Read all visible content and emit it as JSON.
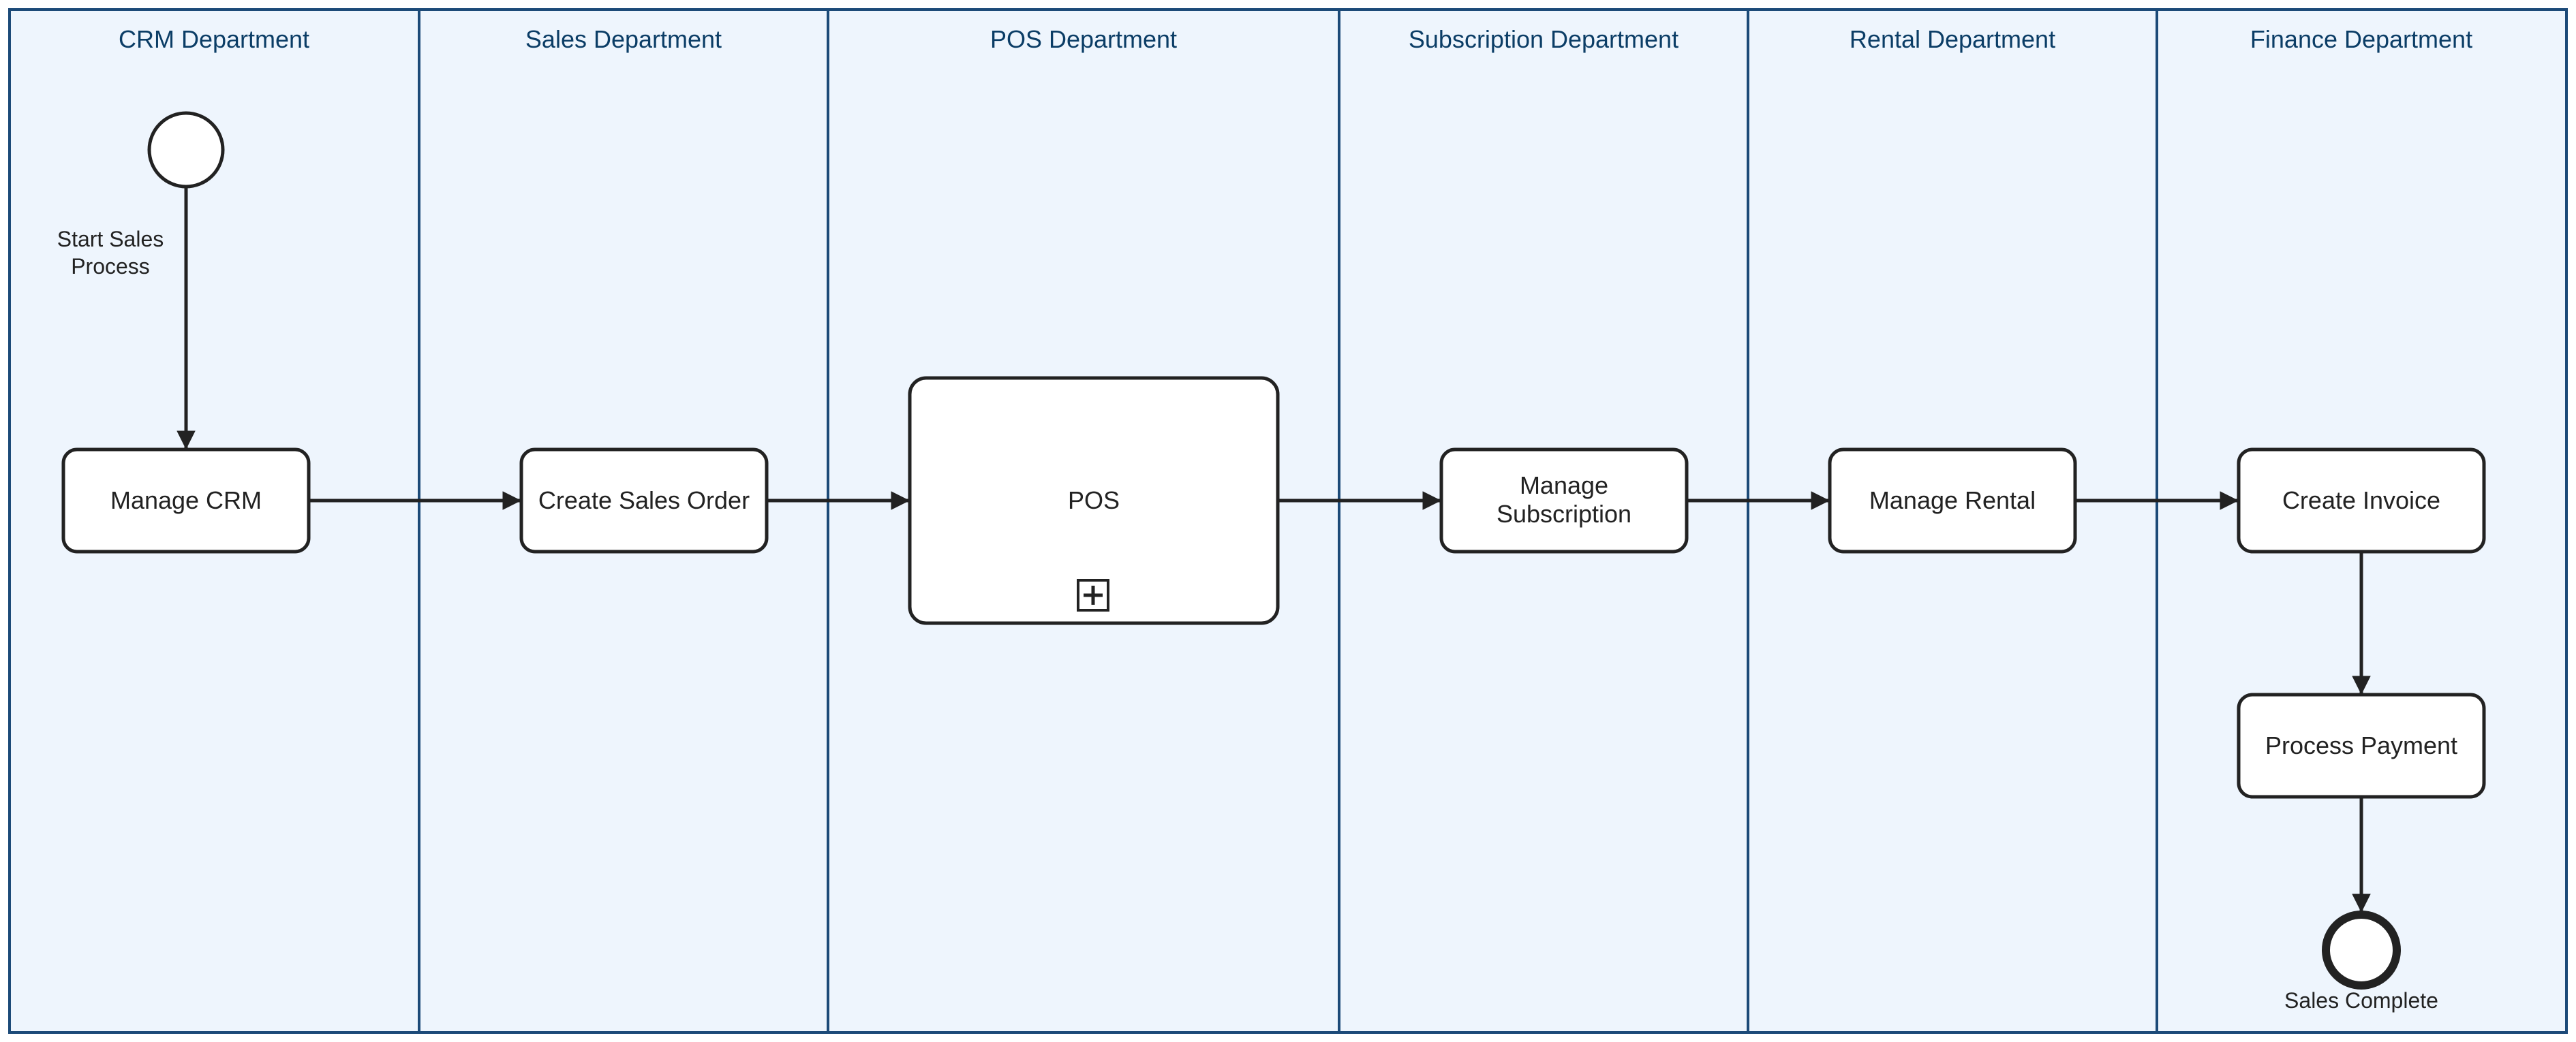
{
  "diagram": {
    "colors": {
      "lane_fill": "#eef5fd",
      "lane_border": "#1c4a78",
      "lane_title": "#0b3d66",
      "node_fill": "#ffffff",
      "node_stroke": "#222222",
      "text": "#222222"
    },
    "lanes": [
      {
        "title": "CRM Department"
      },
      {
        "title": "Sales Department"
      },
      {
        "title": "POS Department"
      },
      {
        "title": "Subscription Department"
      },
      {
        "title": "Rental Department"
      },
      {
        "title": "Finance Department"
      }
    ],
    "events": {
      "start": {
        "label_line1": "Start Sales",
        "label_line2": "Process"
      },
      "end": {
        "label": "Sales Complete"
      }
    },
    "tasks": {
      "manage_crm": "Manage CRM",
      "create_sales_order": "Create Sales Order",
      "pos": "POS",
      "manage_subscription_line1": "Manage",
      "manage_subscription_line2": "Subscription",
      "manage_rental": "Manage Rental",
      "create_invoice": "Create Invoice",
      "process_payment": "Process Payment"
    },
    "subprocess_marker_icon": "plus-square-icon"
  }
}
